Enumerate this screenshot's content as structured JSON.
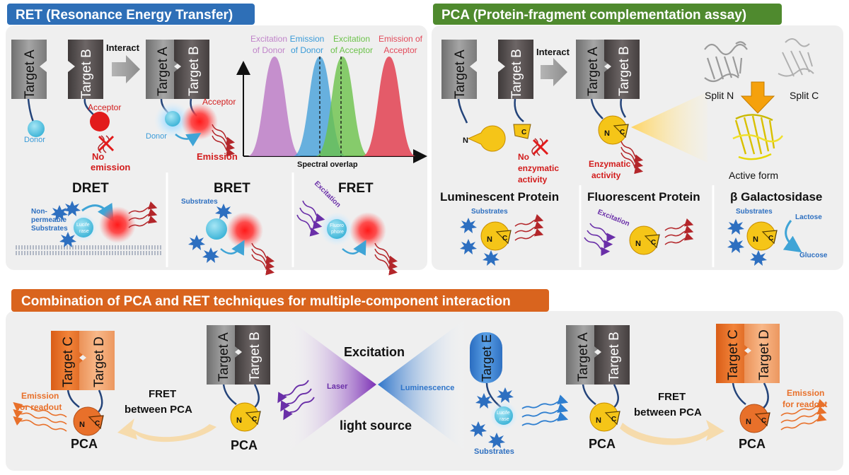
{
  "ret": {
    "header": "RET (Resonance Energy Transfer)",
    "target_a": "Target A",
    "target_b": "Target B",
    "interact": "Interact",
    "donor": "Donor",
    "acceptor": "Acceptor",
    "no_emission_1": "No",
    "no_emission_2": "emission",
    "emission": "Emission",
    "spectral_overlap": "Spectral overlap",
    "spectrum_labels": [
      {
        "l1": "Excitation",
        "l2": "of Donor",
        "color": "#c084c9"
      },
      {
        "l1": "Emission",
        "l2": "of Donor",
        "color": "#3a9bd8"
      },
      {
        "l1": "Excitation",
        "l2": "of Acceptor",
        "color": "#6cc24a"
      },
      {
        "l1": "Emission of",
        "l2": "Acceptor",
        "color": "#e24a5a"
      }
    ],
    "dret": {
      "title": "DRET",
      "non_1": "Non-",
      "non_2": "permeable",
      "non_3": "Substrates",
      "luc_1": "Lucife",
      "luc_2": "rase"
    },
    "bret": {
      "title": "BRET",
      "substrates": "Substrates"
    },
    "fret": {
      "title": "FRET",
      "excitation": "Excitation",
      "fl_1": "Fluoro",
      "fl_2": "phore"
    }
  },
  "pca": {
    "header": "PCA (Protein-fragment complementation assay)",
    "target_a": "Target A",
    "target_b": "Target B",
    "interact": "Interact",
    "n": "N",
    "c": "C",
    "no_enz_1": "No",
    "no_enz_2": "enzymatic",
    "no_enz_3": "activity",
    "enz_1": "Enzymatic",
    "enz_2": "activity",
    "split_n": "Split N",
    "split_c": "Split C",
    "active_form": "Active form",
    "lum_title": "Luminescent Protein",
    "lum_substrates": "Substrates",
    "flu_title": "Fluorescent Protein",
    "flu_excitation": "Excitation",
    "gal_title": "β Galactosidase",
    "gal_substrates": "Substrates",
    "lactose": "Lactose",
    "glucose": "Glucose"
  },
  "combo": {
    "header": "Combination of PCA and RET techniques for multiple-component interaction",
    "target_a": "Target A",
    "target_b": "Target B",
    "target_c": "Target C",
    "target_d": "Target D",
    "target_e": "Target E",
    "excitation": "Excitation",
    "light_source": "light source",
    "laser": "Laser",
    "luminescence": "Luminescence",
    "fret_1": "FRET",
    "fret_2": "between PCA",
    "pca": "PCA",
    "emission_1": "Emission",
    "emission_2": "for readout",
    "substrates": "Substrates",
    "luc_1": "Lucife",
    "luc_2": "rase",
    "n": "N",
    "c": "C"
  },
  "colors": {
    "ret_header": "#2e6fb7",
    "pca_header": "#4f8a2e",
    "combo_header": "#d9641e",
    "panel_bg": "#efefef",
    "target_light": "#8a8a8a",
    "target_dark": "#5b5555",
    "target_orange": "#e8702a",
    "target_peach": "#f3a36a",
    "target_blue": "#3a7fd0",
    "emission_red": "#e2231a",
    "enzyme_yellow": "#f5c518"
  }
}
